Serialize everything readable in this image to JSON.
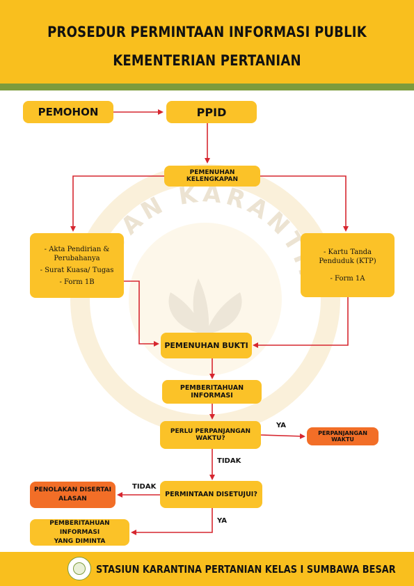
{
  "header": {
    "title_line1": "PROSEDUR PERMINTAAN INFORMASI PUBLIK",
    "title_line2": "KEMENTERIAN PERTANIAN"
  },
  "watermark": "BADAN KARANTINA PERTANIAN",
  "flow": {
    "pemohon": "PEMOHON",
    "ppid": "PPID",
    "kelengkapan": "PEMENUHAN KELENGKAPAN",
    "left_docs": [
      "- Akta Pendirian &",
      "Perubahanya",
      "- Surat Kuasa/ Tugas",
      "- Form 1B"
    ],
    "right_docs": [
      "- Kartu Tanda",
      "Penduduk (KTP)",
      "- Form 1A"
    ],
    "bukti": "PEMENUHAN BUKTI",
    "pemberitahuan": "PEMBERITAHUAN INFORMASI",
    "perlu": "PERLU PERPANJANGAN WAKTU?",
    "perpanjangan": "PERPANJANGAN WAKTU",
    "ya1": "YA",
    "tidak1": "TIDAK",
    "disetujui": "PERMINTAAN DISETUJUI?",
    "tidak2": "TIDAK",
    "penolakan_line1": "PENOLAKAN DISERTAI",
    "penolakan_line2": "ALASAN",
    "ya2": "YA",
    "diminta_line1": "PEMBERITAHUAN INFORMASI",
    "diminta_line2": "YANG DIMINTA"
  },
  "footer": {
    "text": "STASIUN KARANTINA PERTANIAN KELAS I SUMBAWA BESAR"
  },
  "colors": {
    "header_bg": "#f9bf1e",
    "stripe": "#7d9b3c",
    "box_yellow": "#fbc228",
    "box_orange": "#f26e27",
    "arrow": "#d6262f"
  }
}
